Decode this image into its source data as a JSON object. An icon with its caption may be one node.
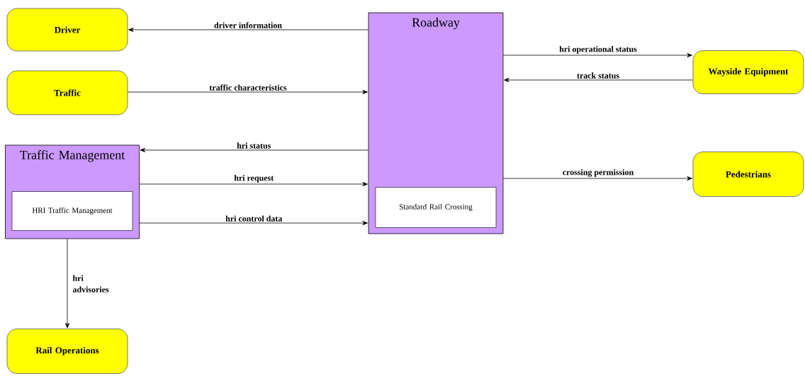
{
  "diagram": {
    "nodes": [
      {
        "text": [
          "Driver"
        ]
      },
      {
        "text": [
          "Traffic"
        ]
      },
      {
        "text": [
          "Traffic Management"
        ]
      },
      {
        "text": [
          "HRI Traffic Management"
        ],
        "in": 2
      },
      {
        "text": [
          "Roadway"
        ]
      },
      {
        "text": [
          "Standard Rail Crossing"
        ],
        "in": 4
      },
      {
        "text": [
          "Wayside Equipment"
        ]
      },
      {
        "text": [
          "Pedestrians"
        ]
      },
      {
        "text": [
          "Rail Operations"
        ]
      }
    ],
    "edges": [
      {
        "from": 4,
        "to": 0,
        "arrow": "to",
        "label": "driver information"
      },
      {
        "from": 1,
        "to": 4,
        "arrow": "to",
        "label": "traffic characteristics"
      },
      {
        "from": 4,
        "to": 2,
        "arrow": "to",
        "label": "hri status"
      },
      {
        "from": 2,
        "to": 4,
        "arrow": "to",
        "label": "hri request"
      },
      {
        "from": 2,
        "to": 4,
        "arrow": "to",
        "label": "hri control data"
      },
      {
        "from": 4,
        "to": 6,
        "arrow": "to",
        "label": "hri operational status"
      },
      {
        "from": 6,
        "to": 4,
        "arrow": "to",
        "label": "track status"
      },
      {
        "from": 4,
        "to": 7,
        "arrow": "to",
        "label": "crossing permission"
      },
      {
        "from": 2,
        "to": 8,
        "arrow": "to",
        "label": "hri advisories"
      }
    ]
  }
}
